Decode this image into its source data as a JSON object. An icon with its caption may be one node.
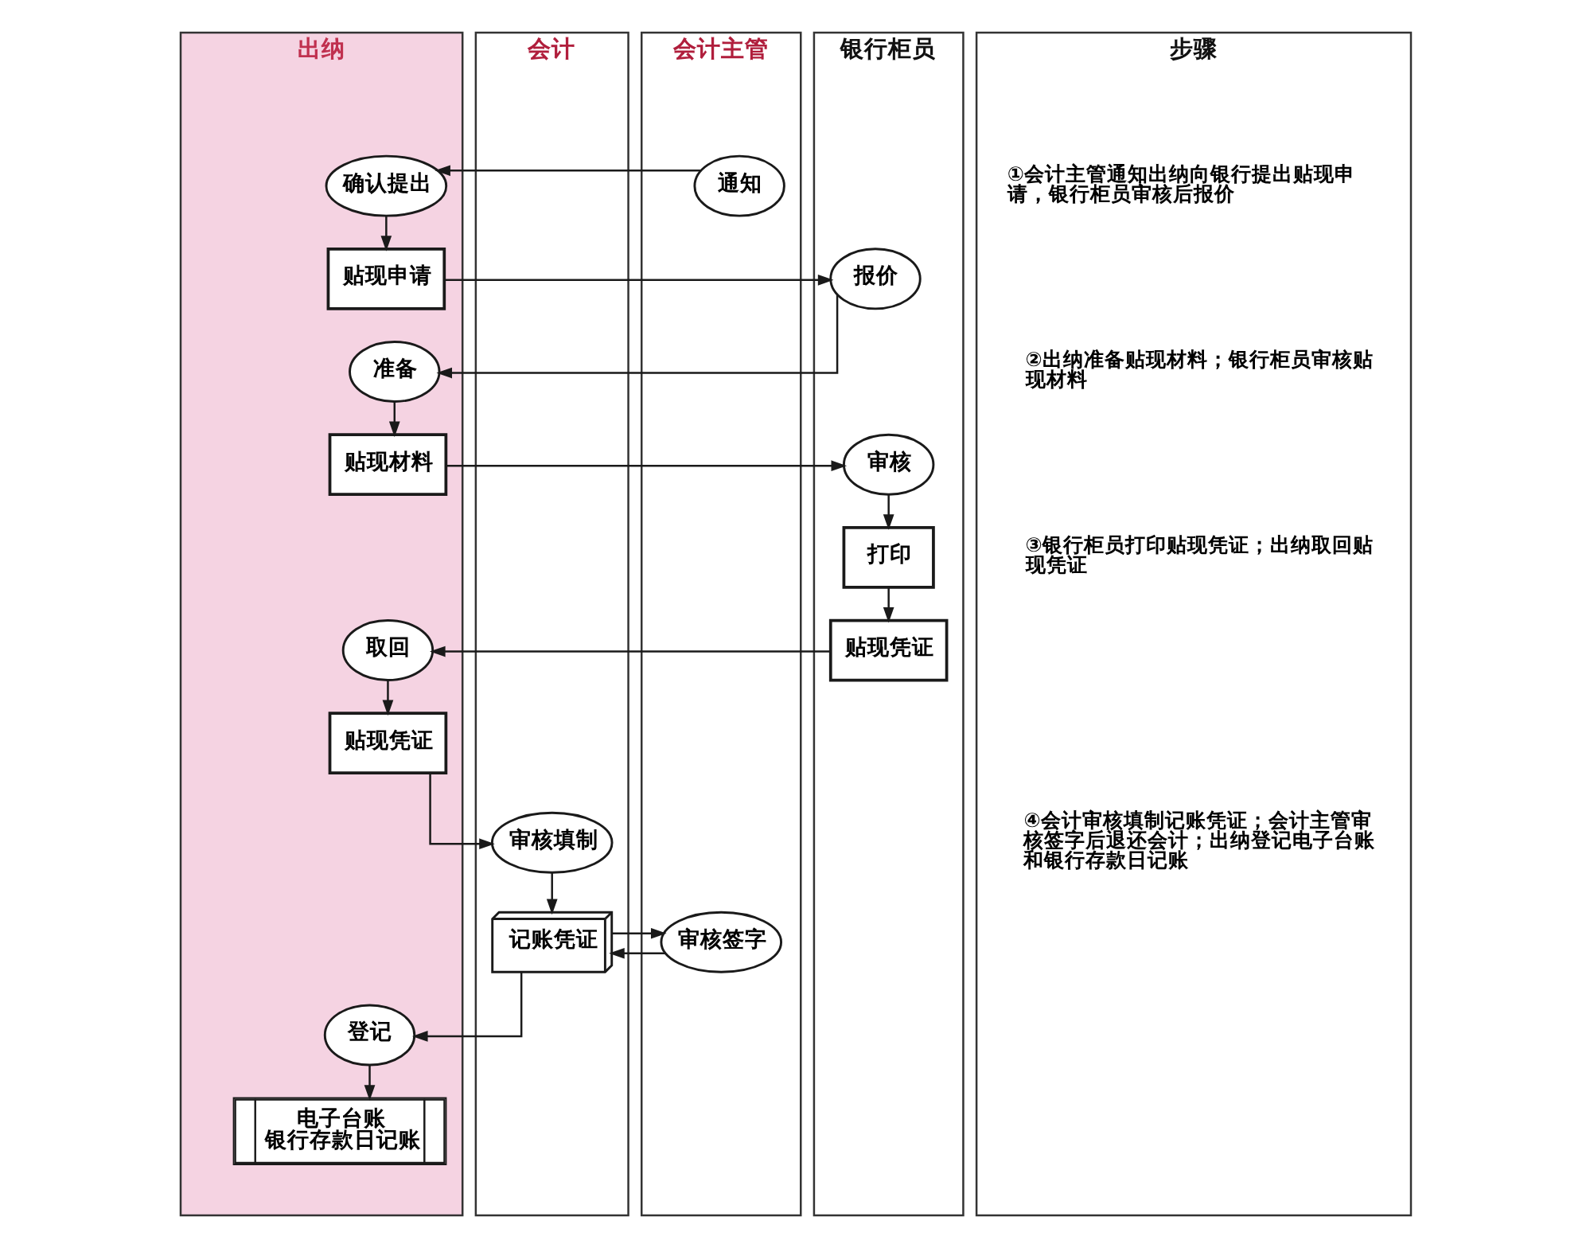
{
  "diagram": {
    "nodes": [
      {
        "text": [
          "出纳"
        ]
      },
      {
        "text": [
          "会计"
        ]
      },
      {
        "text": [
          "会计主管"
        ]
      },
      {
        "text": [
          "银行柜员"
        ]
      },
      {
        "text": [
          "步骤",
          "①会计主管通知出纳向银行提出贴现申请，银行柜员审核后报价",
          "②出纳准备贴现材料；银行柜员审核贴现材料",
          "③银行柜员打印贴现凭证；出纳取回贴现凭证",
          "④会计审核填制记账凭证；会计主管审核签字后退还会计；出纳登记电子台账和银行存款日记账"
        ]
      },
      {
        "text": [
          "确认提出"
        ],
        "in": 0
      },
      {
        "text": [
          "通知"
        ],
        "in": 2
      },
      {
        "text": [
          "贴现申请"
        ],
        "in": 0
      },
      {
        "text": [
          "报价"
        ],
        "in": 3
      },
      {
        "text": [
          "准备"
        ],
        "in": 0
      },
      {
        "text": [
          "贴现材料"
        ],
        "in": 0
      },
      {
        "text": [
          "审核"
        ],
        "in": 3
      },
      {
        "text": [
          "打印"
        ],
        "in": 3
      },
      {
        "text": [
          "贴现凭证"
        ],
        "in": 3
      },
      {
        "text": [
          "取回"
        ],
        "in": 0
      },
      {
        "text": [
          "贴现凭证"
        ],
        "in": 0
      },
      {
        "text": [
          "审核填制"
        ],
        "in": 1
      },
      {
        "text": [
          "记账凭证"
        ],
        "in": 1
      },
      {
        "text": [
          "审核签字"
        ],
        "in": 2
      },
      {
        "text": [
          "登记"
        ],
        "in": 0
      },
      {
        "text": [
          "电子台账",
          "银行存款日记账"
        ],
        "in": 0
      }
    ],
    "edges": [
      {
        "from": 6,
        "to": 5,
        "arrow": "to"
      },
      {
        "from": 5,
        "to": 7,
        "arrow": "to"
      },
      {
        "from": 7,
        "to": 8,
        "arrow": "to"
      },
      {
        "from": 8,
        "to": 9,
        "arrow": "to"
      },
      {
        "from": 9,
        "to": 10,
        "arrow": "to"
      },
      {
        "from": 10,
        "to": 11,
        "arrow": "to"
      },
      {
        "from": 11,
        "to": 12,
        "arrow": "to"
      },
      {
        "from": 12,
        "to": 13,
        "arrow": "to"
      },
      {
        "from": 13,
        "to": 14,
        "arrow": "to"
      },
      {
        "from": 14,
        "to": 15,
        "arrow": "to"
      },
      {
        "from": 15,
        "to": 16,
        "arrow": "to"
      },
      {
        "from": 16,
        "to": 17,
        "arrow": "to"
      },
      {
        "from": 17,
        "to": 18,
        "arrow": "to"
      },
      {
        "from": 18,
        "to": 17,
        "arrow": "to"
      },
      {
        "from": 17,
        "to": 19,
        "arrow": "to"
      },
      {
        "from": 19,
        "to": 20,
        "arrow": "to"
      }
    ]
  }
}
